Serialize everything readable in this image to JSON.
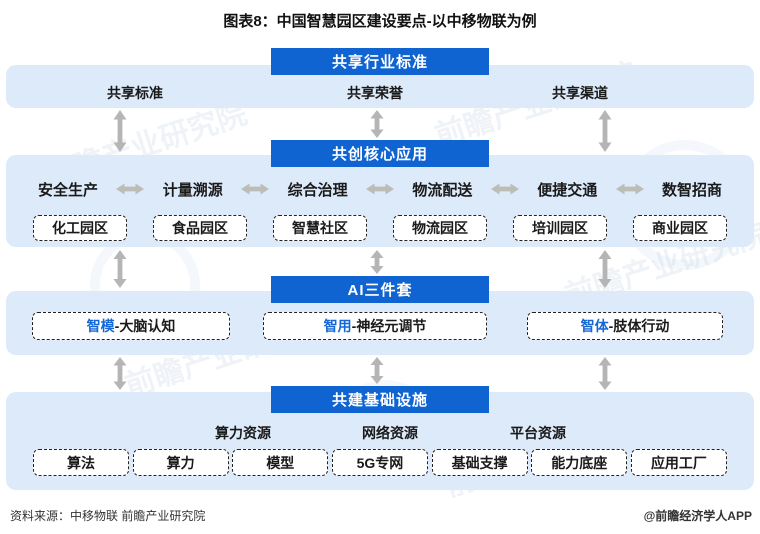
{
  "title": "图表8：中国智慧园区建设要点-以中移物联为例",
  "banners": {
    "share_standard": "共享行业标准",
    "core_apps": "共创核心应用",
    "ai_suite": "AI三件套",
    "infrastructure": "共建基础设施"
  },
  "tier1": {
    "items": [
      "共享标准",
      "共享荣誉",
      "共享渠道"
    ]
  },
  "tier2": {
    "apps": [
      "安全生产",
      "计量溯源",
      "综合治理",
      "物流配送",
      "便捷交通",
      "数智招商"
    ],
    "parks": [
      "化工园区",
      "食品园区",
      "智慧社区",
      "物流园区",
      "培训园区",
      "商业园区"
    ]
  },
  "tier3": {
    "items": [
      {
        "prefix": "智模",
        "suffix": "-大脑认知"
      },
      {
        "prefix": "智用",
        "suffix": "-神经元调节"
      },
      {
        "prefix": "智体",
        "suffix": "-肢体行动"
      }
    ]
  },
  "tier4": {
    "groups": [
      "算力资源",
      "网络资源",
      "平台资源"
    ],
    "boxes": [
      "算法",
      "算力",
      "模型",
      "5G专网",
      "基础支撑",
      "能力底座",
      "应用工厂"
    ]
  },
  "footer": {
    "source": "资料来源：中移物联 前瞻产业研究院",
    "credit": "@前瞻经济学人APP"
  },
  "watermark_text": "前瞻产业研究院",
  "colors": {
    "banner_blue": "#1064d2",
    "band_blue": "#ddeafa",
    "arrow_gray": "#b5b5b5",
    "accent_blue": "#1668d6"
  }
}
